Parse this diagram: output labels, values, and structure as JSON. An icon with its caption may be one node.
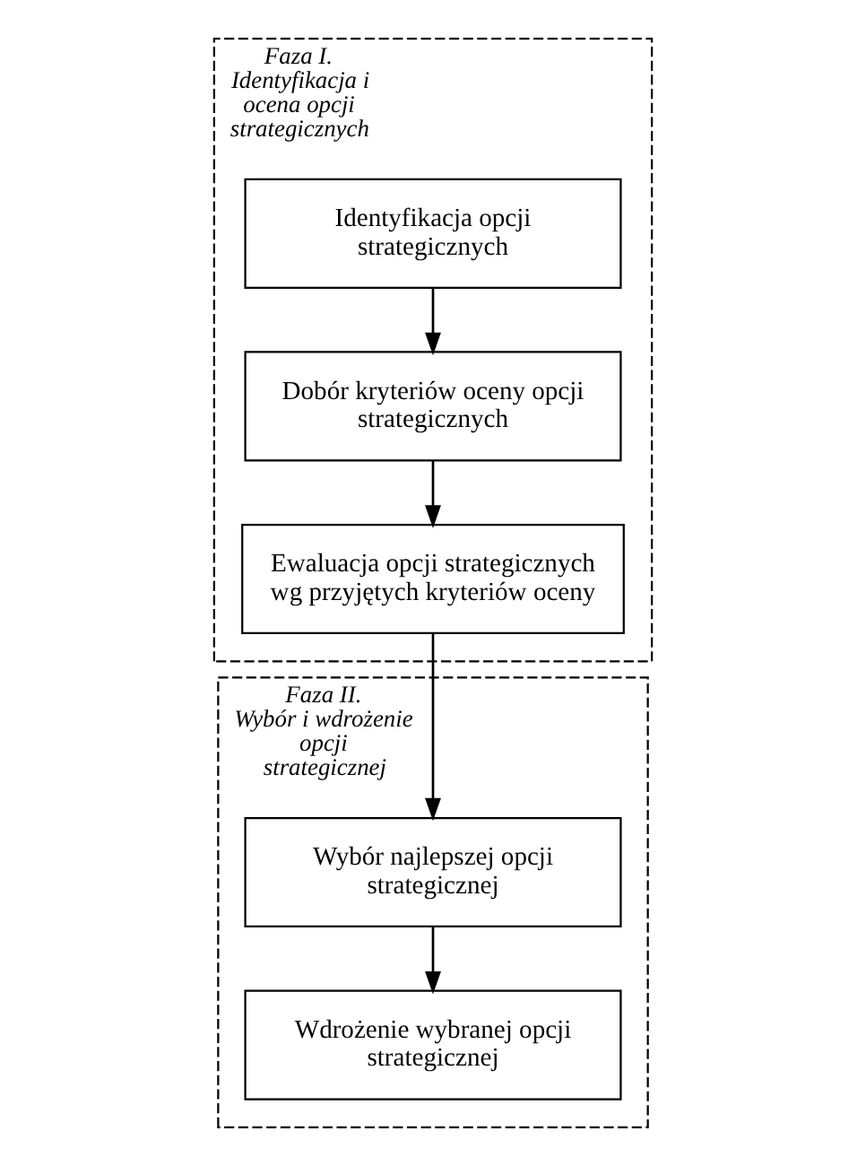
{
  "diagram": {
    "nodes": [
      {
        "text": [
          "Faza I.",
          "Identyfikacja i ocena opcji strategicznych"
        ]
      },
      {
        "text": [
          "Identyfikacja opcji strategicznych"
        ],
        "in": 0
      },
      {
        "text": [
          "Dobór kryteriów oceny opcji strategicznych"
        ],
        "in": 0
      },
      {
        "text": [
          "Ewaluacja opcji strategicznych wg przyjętych kryteriów oceny"
        ],
        "in": 0
      },
      {
        "text": [
          "Faza II.",
          "Wybór i wdrożenie opcji strategicznej"
        ]
      },
      {
        "text": [
          "Wybór najlepszej opcji strategicznej"
        ],
        "in": 4
      },
      {
        "text": [
          "Wdrożenie wybranej opcji strategicznej"
        ],
        "in": 4
      }
    ],
    "edges": [
      {
        "from": 1,
        "to": 2,
        "arrow": "to"
      },
      {
        "from": 2,
        "to": 3,
        "arrow": "to"
      },
      {
        "from": 3,
        "to": 5,
        "arrow": "to"
      },
      {
        "from": 5,
        "to": 6,
        "arrow": "to"
      }
    ]
  }
}
